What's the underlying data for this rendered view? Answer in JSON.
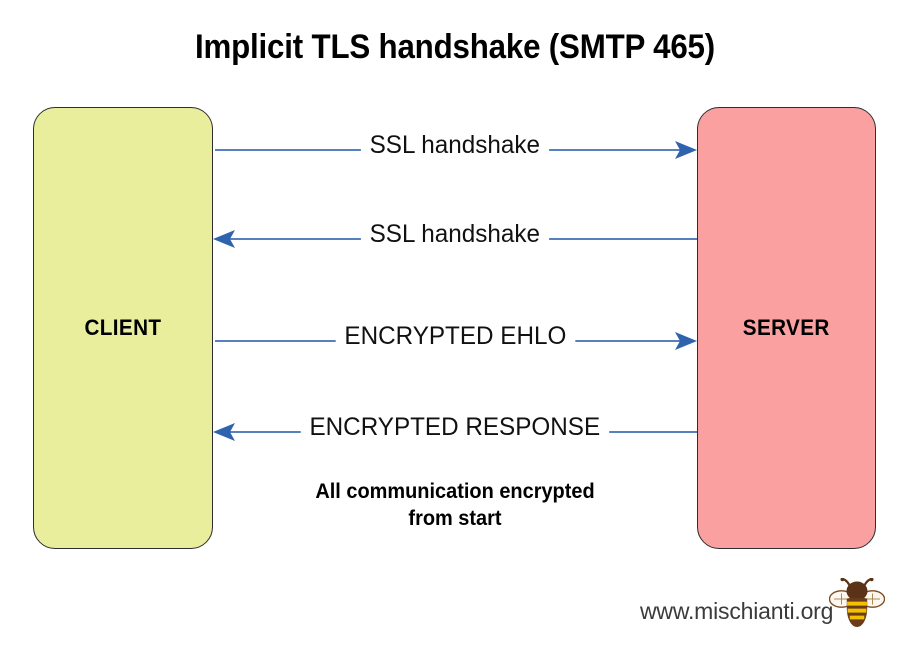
{
  "diagram": {
    "title": "Implicit TLS handshake (SMTP 465)",
    "type": "sequence-diagram",
    "actors": [
      {
        "id": "client",
        "label": "CLIENT",
        "color": "#e8ee9c",
        "side": "left"
      },
      {
        "id": "server",
        "label": "SERVER",
        "color": "#faa0a0",
        "side": "right"
      }
    ],
    "messages": [
      {
        "label": "SSL handshake",
        "direction": "right",
        "from": "client",
        "to": "server"
      },
      {
        "label": "SSL handshake",
        "direction": "left",
        "from": "server",
        "to": "client"
      },
      {
        "label": "ENCRYPTED EHLO",
        "direction": "right",
        "from": "client",
        "to": "server"
      },
      {
        "label": "ENCRYPTED RESPONSE",
        "direction": "left",
        "from": "server",
        "to": "client"
      }
    ],
    "footnote": {
      "line1": "All communication encrypted",
      "line2": "from start"
    },
    "arrow_color": "#3f6fb5"
  },
  "footer": {
    "site_url": "www.mischianti.org",
    "logo_name": "bee-logo",
    "logo_colors": {
      "head": "#5a3217",
      "body_dark": "#6b3a18",
      "body_stripe": "#f2c200",
      "wing": "#fdf7ef"
    }
  }
}
